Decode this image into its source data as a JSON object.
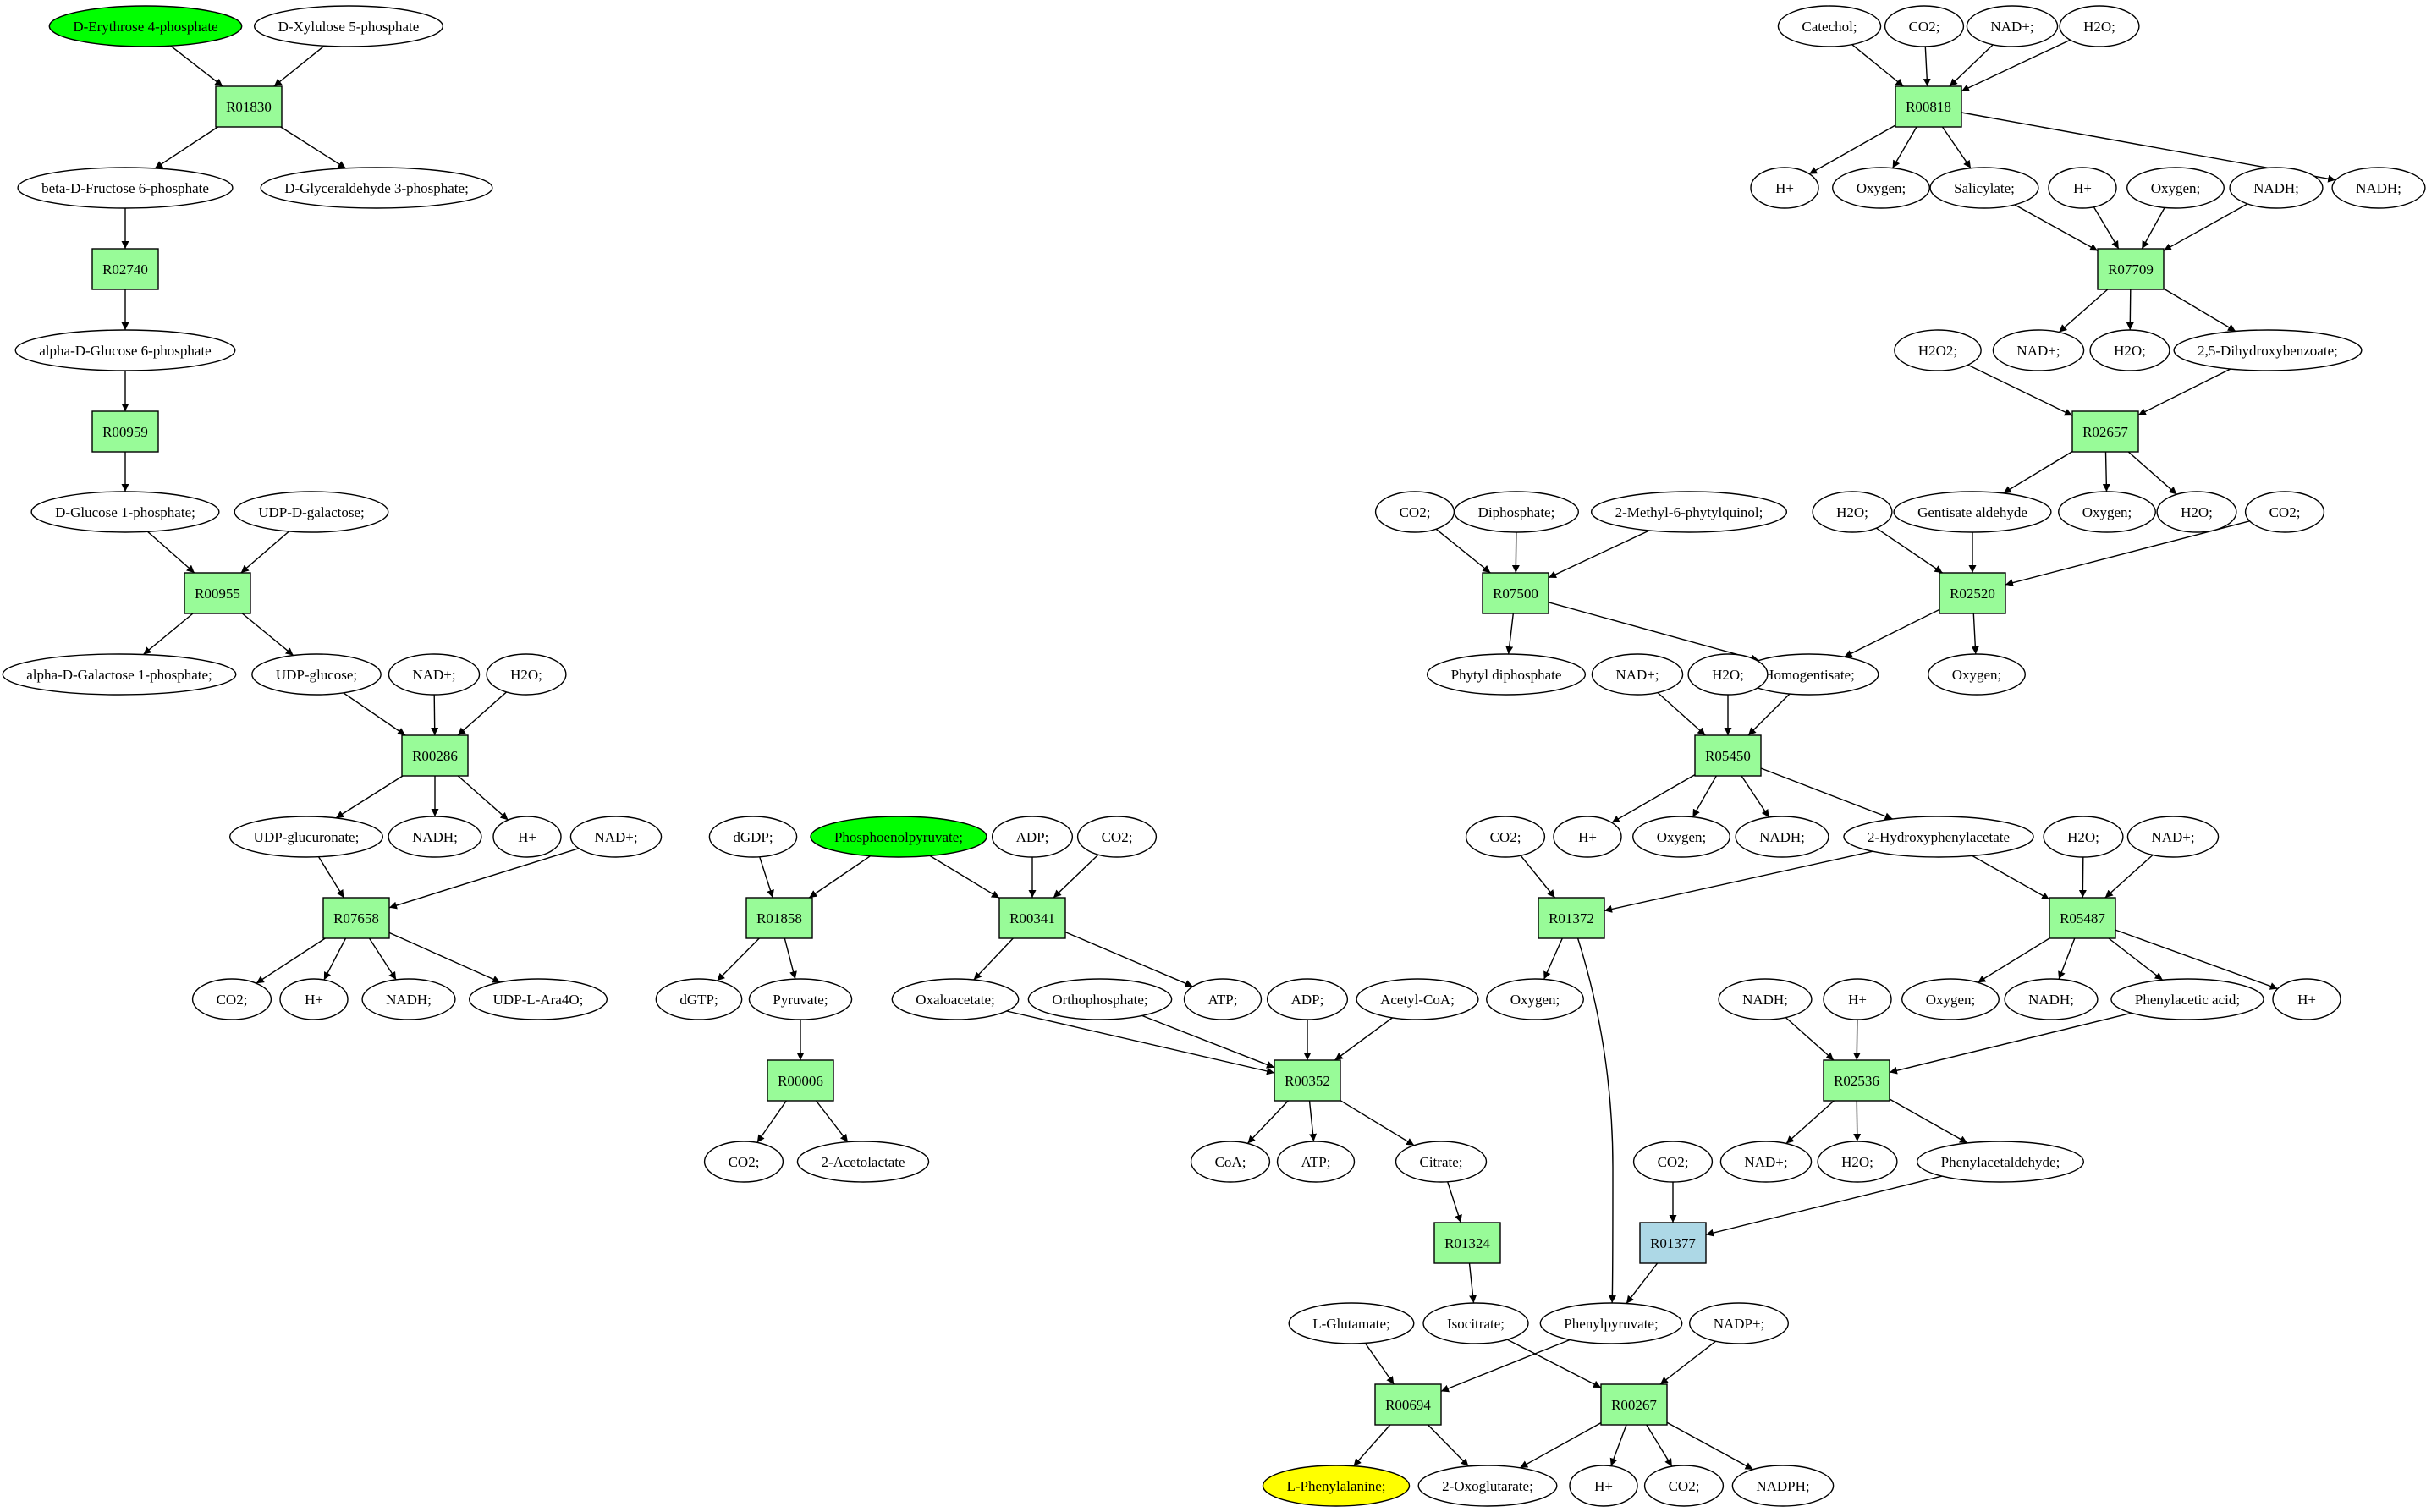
{
  "colors": {
    "reaction": "#98fb98",
    "reaction_alt": "#add8e6",
    "source": "#00ff00",
    "target": "#ffff00",
    "compound": "#ffffff",
    "stroke": "#000000"
  },
  "nodes": [
    {
      "id": "c_e4p",
      "kind": "compound",
      "style": "source",
      "label": "D-Erythrose 4-phosphate"
    },
    {
      "id": "c_x5p",
      "kind": "compound",
      "label": "D-Xylulose 5-phosphate"
    },
    {
      "id": "r01830",
      "kind": "reaction",
      "label": "R01830"
    },
    {
      "id": "c_bdf6p",
      "kind": "compound",
      "label": "beta-D-Fructose 6-phosphate"
    },
    {
      "id": "c_dg3p",
      "kind": "compound",
      "label": "D-Glyceraldehyde 3-phosphate;"
    },
    {
      "id": "r02740",
      "kind": "reaction",
      "label": "R02740"
    },
    {
      "id": "c_adg6p",
      "kind": "compound",
      "label": "alpha-D-Glucose 6-phosphate"
    },
    {
      "id": "r00959",
      "kind": "reaction",
      "label": "R00959"
    },
    {
      "id": "c_dg1p",
      "kind": "compound",
      "label": "D-Glucose 1-phosphate;"
    },
    {
      "id": "c_udpgal",
      "kind": "compound",
      "label": "UDP-D-galactose;"
    },
    {
      "id": "r00955",
      "kind": "reaction",
      "label": "R00955"
    },
    {
      "id": "c_adgal1p",
      "kind": "compound",
      "label": "alpha-D-Galactose 1-phosphate;"
    },
    {
      "id": "c_udpglc",
      "kind": "compound",
      "label": "UDP-glucose;"
    },
    {
      "id": "c_nadp_a",
      "kind": "compound",
      "label": "NAD+;"
    },
    {
      "id": "c_h2o_a",
      "kind": "compound",
      "label": "H2O;"
    },
    {
      "id": "r00286",
      "kind": "reaction",
      "label": "R00286"
    },
    {
      "id": "c_udpgluc",
      "kind": "compound",
      "label": "UDP-glucuronate;"
    },
    {
      "id": "c_nadh_a",
      "kind": "compound",
      "label": "NADH;"
    },
    {
      "id": "c_h_a",
      "kind": "compound",
      "label": "H+"
    },
    {
      "id": "c_nadp_b",
      "kind": "compound",
      "label": "NAD+;"
    },
    {
      "id": "r07658",
      "kind": "reaction",
      "label": "R07658"
    },
    {
      "id": "c_co2_a",
      "kind": "compound",
      "label": "CO2;"
    },
    {
      "id": "c_h_b",
      "kind": "compound",
      "label": "H+"
    },
    {
      "id": "c_nadh_b",
      "kind": "compound",
      "label": "NADH;"
    },
    {
      "id": "c_udpara",
      "kind": "compound",
      "label": "UDP-L-Ara4O;"
    },
    {
      "id": "c_dgdp",
      "kind": "compound",
      "label": "dGDP;"
    },
    {
      "id": "c_pep",
      "kind": "compound",
      "style": "source",
      "label": "Phosphoenolpyruvate;"
    },
    {
      "id": "c_adp_a",
      "kind": "compound",
      "label": "ADP;"
    },
    {
      "id": "c_co2_b",
      "kind": "compound",
      "label": "CO2;"
    },
    {
      "id": "r01858",
      "kind": "reaction",
      "label": "R01858"
    },
    {
      "id": "r00341",
      "kind": "reaction",
      "label": "R00341"
    },
    {
      "id": "c_dgtp",
      "kind": "compound",
      "label": "dGTP;"
    },
    {
      "id": "c_pyr",
      "kind": "compound",
      "label": "Pyruvate;"
    },
    {
      "id": "c_oaa",
      "kind": "compound",
      "label": "Oxaloacetate;"
    },
    {
      "id": "c_orthop",
      "kind": "compound",
      "label": "Orthophosphate;"
    },
    {
      "id": "c_atp_a",
      "kind": "compound",
      "label": "ATP;"
    },
    {
      "id": "c_adp_b",
      "kind": "compound",
      "label": "ADP;"
    },
    {
      "id": "c_acoa",
      "kind": "compound",
      "label": "Acetyl-CoA;"
    },
    {
      "id": "r00006",
      "kind": "reaction",
      "label": "R00006"
    },
    {
      "id": "r00352",
      "kind": "reaction",
      "label": "R00352"
    },
    {
      "id": "c_co2_c",
      "kind": "compound",
      "label": "CO2;"
    },
    {
      "id": "c_2al",
      "kind": "compound",
      "label": "2-Acetolactate"
    },
    {
      "id": "c_coa",
      "kind": "compound",
      "label": "CoA;"
    },
    {
      "id": "c_atp_b",
      "kind": "compound",
      "label": "ATP;"
    },
    {
      "id": "c_cit",
      "kind": "compound",
      "label": "Citrate;"
    },
    {
      "id": "r01324",
      "kind": "reaction",
      "label": "R01324"
    },
    {
      "id": "c_icit",
      "kind": "compound",
      "label": "Isocitrate;"
    },
    {
      "id": "c_lglu",
      "kind": "compound",
      "label": "L-Glutamate;"
    },
    {
      "id": "c_ppyr",
      "kind": "compound",
      "label": "Phenylpyruvate;"
    },
    {
      "id": "c_nadpp",
      "kind": "compound",
      "label": "NADP+;"
    },
    {
      "id": "r00694",
      "kind": "reaction",
      "label": "R00694"
    },
    {
      "id": "r00267",
      "kind": "reaction",
      "label": "R00267"
    },
    {
      "id": "c_lphe",
      "kind": "compound",
      "style": "target",
      "label": "L-Phenylalanine;"
    },
    {
      "id": "c_2og",
      "kind": "compound",
      "label": "2-Oxoglutarate;"
    },
    {
      "id": "c_h_c",
      "kind": "compound",
      "label": "H+"
    },
    {
      "id": "c_co2_d",
      "kind": "compound",
      "label": "CO2;"
    },
    {
      "id": "c_nadph",
      "kind": "compound",
      "label": "NADPH;"
    },
    {
      "id": "c_catechol",
      "kind": "compound",
      "label": "Catechol;"
    },
    {
      "id": "c_co2_e",
      "kind": "compound",
      "label": "CO2;"
    },
    {
      "id": "c_nadp_c",
      "kind": "compound",
      "label": "NAD+;"
    },
    {
      "id": "c_h2o_b",
      "kind": "compound",
      "label": "H2O;"
    },
    {
      "id": "r00818",
      "kind": "reaction",
      "label": "R00818"
    },
    {
      "id": "c_h_d",
      "kind": "compound",
      "label": "H+"
    },
    {
      "id": "c_oxy_a",
      "kind": "compound",
      "label": "Oxygen;"
    },
    {
      "id": "c_sal",
      "kind": "compound",
      "label": "Salicylate;"
    },
    {
      "id": "c_h_e",
      "kind": "compound",
      "label": "H+"
    },
    {
      "id": "c_oxy_b",
      "kind": "compound",
      "label": "Oxygen;"
    },
    {
      "id": "c_nadh_c",
      "kind": "compound",
      "label": "NADH;"
    },
    {
      "id": "c_nadh_d",
      "kind": "compound",
      "label": "NADH;"
    },
    {
      "id": "r07709",
      "kind": "reaction",
      "label": "R07709"
    },
    {
      "id": "c_h2o2",
      "kind": "compound",
      "label": "H2O2;"
    },
    {
      "id": "c_nadp_d",
      "kind": "compound",
      "label": "NAD+;"
    },
    {
      "id": "c_h2o_c",
      "kind": "compound",
      "label": "H2O;"
    },
    {
      "id": "c_25dhb",
      "kind": "compound",
      "label": "2,5-Dihydroxybenzoate;"
    },
    {
      "id": "r02657",
      "kind": "reaction",
      "label": "R02657"
    },
    {
      "id": "c_co2_f",
      "kind": "compound",
      "label": "CO2;"
    },
    {
      "id": "c_diphos",
      "kind": "compound",
      "label": "Diphosphate;"
    },
    {
      "id": "c_2m6p",
      "kind": "compound",
      "label": "2-Methyl-6-phytylquinol;"
    },
    {
      "id": "c_h2o_d",
      "kind": "compound",
      "label": "H2O;"
    },
    {
      "id": "c_gald",
      "kind": "compound",
      "label": "Gentisate aldehyde"
    },
    {
      "id": "c_oxy_c",
      "kind": "compound",
      "label": "Oxygen;"
    },
    {
      "id": "c_h2o_e",
      "kind": "compound",
      "label": "H2O;"
    },
    {
      "id": "c_co2_g",
      "kind": "compound",
      "label": "CO2;"
    },
    {
      "id": "r07500",
      "kind": "reaction",
      "label": "R07500"
    },
    {
      "id": "r02520",
      "kind": "reaction",
      "label": "R02520"
    },
    {
      "id": "c_phytdp",
      "kind": "compound",
      "label": "Phytyl diphosphate"
    },
    {
      "id": "c_hgen",
      "kind": "compound",
      "label": "Homogentisate;"
    },
    {
      "id": "c_oxy_d",
      "kind": "compound",
      "label": "Oxygen;"
    },
    {
      "id": "c_nadp_e",
      "kind": "compound",
      "label": "NAD+;"
    },
    {
      "id": "c_h2o_f",
      "kind": "compound",
      "label": "H2O;"
    },
    {
      "id": "r05450",
      "kind": "reaction",
      "label": "R05450"
    },
    {
      "id": "c_co2_h",
      "kind": "compound",
      "label": "CO2;"
    },
    {
      "id": "c_h_f",
      "kind": "compound",
      "label": "H+"
    },
    {
      "id": "c_oxy_e",
      "kind": "compound",
      "label": "Oxygen;"
    },
    {
      "id": "c_nadh_e",
      "kind": "compound",
      "label": "NADH;"
    },
    {
      "id": "c_2hpa",
      "kind": "compound",
      "label": "2-Hydroxyphenylacetate"
    },
    {
      "id": "c_h2o_g",
      "kind": "compound",
      "label": "H2O;"
    },
    {
      "id": "c_nadp_f",
      "kind": "compound",
      "label": "NAD+;"
    },
    {
      "id": "r01372",
      "kind": "reaction",
      "label": "R01372"
    },
    {
      "id": "r05487",
      "kind": "reaction",
      "label": "R05487"
    },
    {
      "id": "c_oxy_f",
      "kind": "compound",
      "label": "Oxygen;"
    },
    {
      "id": "c_oxy_g",
      "kind": "compound",
      "label": "Oxygen;"
    },
    {
      "id": "c_nadh_f",
      "kind": "compound",
      "label": "NADH;"
    },
    {
      "id": "c_pacid",
      "kind": "compound",
      "label": "Phenylacetic acid;"
    },
    {
      "id": "c_h_g",
      "kind": "compound",
      "label": "H+"
    },
    {
      "id": "c_nadh_g",
      "kind": "compound",
      "label": "NADH;"
    },
    {
      "id": "c_h_h",
      "kind": "compound",
      "label": "H+"
    },
    {
      "id": "r02536",
      "kind": "reaction",
      "label": "R02536"
    },
    {
      "id": "c_nadp_g",
      "kind": "compound",
      "label": "NAD+;"
    },
    {
      "id": "c_h2o_h",
      "kind": "compound",
      "label": "H2O;"
    },
    {
      "id": "c_pacald",
      "kind": "compound",
      "label": "Phenylacetaldehyde;"
    },
    {
      "id": "c_co2_i",
      "kind": "compound",
      "label": "CO2;"
    },
    {
      "id": "r01377",
      "kind": "reaction",
      "style": "alt",
      "label": "R01377"
    }
  ],
  "edges": [
    [
      "c_e4p",
      "r01830"
    ],
    [
      "c_x5p",
      "r01830"
    ],
    [
      "r01830",
      "c_bdf6p"
    ],
    [
      "r01830",
      "c_dg3p"
    ],
    [
      "c_bdf6p",
      "r02740"
    ],
    [
      "r02740",
      "c_adg6p"
    ],
    [
      "c_adg6p",
      "r00959"
    ],
    [
      "r00959",
      "c_dg1p"
    ],
    [
      "c_dg1p",
      "r00955"
    ],
    [
      "c_udpgal",
      "r00955"
    ],
    [
      "r00955",
      "c_adgal1p"
    ],
    [
      "r00955",
      "c_udpglc"
    ],
    [
      "c_udpglc",
      "r00286"
    ],
    [
      "c_nadp_a",
      "r00286"
    ],
    [
      "c_h2o_a",
      "r00286"
    ],
    [
      "r00286",
      "c_udpgluc"
    ],
    [
      "r00286",
      "c_nadh_a"
    ],
    [
      "r00286",
      "c_h_a"
    ],
    [
      "c_udpgluc",
      "r07658"
    ],
    [
      "c_nadp_b",
      "r07658"
    ],
    [
      "r07658",
      "c_co2_a"
    ],
    [
      "r07658",
      "c_h_b"
    ],
    [
      "r07658",
      "c_nadh_b"
    ],
    [
      "r07658",
      "c_udpara"
    ],
    [
      "c_dgdp",
      "r01858"
    ],
    [
      "c_pep",
      "r01858"
    ],
    [
      "r01858",
      "c_dgtp"
    ],
    [
      "r01858",
      "c_pyr"
    ],
    [
      "c_pep",
      "r00341"
    ],
    [
      "c_adp_a",
      "r00341"
    ],
    [
      "c_co2_b",
      "r00341"
    ],
    [
      "r00341",
      "c_oaa"
    ],
    [
      "r00341",
      "c_atp_a"
    ],
    [
      "c_pyr",
      "r00006"
    ],
    [
      "r00006",
      "c_co2_c"
    ],
    [
      "r00006",
      "c_2al"
    ],
    [
      "c_oaa",
      "r00352"
    ],
    [
      "c_orthop",
      "r00352"
    ],
    [
      "c_adp_b",
      "r00352"
    ],
    [
      "c_acoa",
      "r00352"
    ],
    [
      "r00352",
      "c_coa"
    ],
    [
      "r00352",
      "c_atp_b"
    ],
    [
      "r00352",
      "c_cit"
    ],
    [
      "c_cit",
      "r01324"
    ],
    [
      "r01324",
      "c_icit"
    ],
    [
      "c_icit",
      "r00267"
    ],
    [
      "c_nadpp",
      "r00267"
    ],
    [
      "r00267",
      "c_2og"
    ],
    [
      "r00267",
      "c_h_c"
    ],
    [
      "r00267",
      "c_co2_d"
    ],
    [
      "r00267",
      "c_nadph"
    ],
    [
      "c_lglu",
      "r00694"
    ],
    [
      "c_ppyr",
      "r00694"
    ],
    [
      "r00694",
      "c_lphe"
    ],
    [
      "r00694",
      "c_2og"
    ],
    [
      "c_catechol",
      "r00818"
    ],
    [
      "c_co2_e",
      "r00818"
    ],
    [
      "c_nadp_c",
      "r00818"
    ],
    [
      "c_h2o_b",
      "r00818"
    ],
    [
      "r00818",
      "c_h_d"
    ],
    [
      "r00818",
      "c_oxy_a"
    ],
    [
      "r00818",
      "c_sal"
    ],
    [
      "r00818",
      "c_nadh_d"
    ],
    [
      "c_sal",
      "r07709"
    ],
    [
      "c_h_e",
      "r07709"
    ],
    [
      "c_oxy_b",
      "r07709"
    ],
    [
      "c_nadh_c",
      "r07709"
    ],
    [
      "r07709",
      "c_nadp_d"
    ],
    [
      "r07709",
      "c_h2o_c"
    ],
    [
      "r07709",
      "c_25dhb"
    ],
    [
      "c_h2o2",
      "r02657"
    ],
    [
      "c_25dhb",
      "r02657"
    ],
    [
      "r02657",
      "c_gald"
    ],
    [
      "r02657",
      "c_oxy_c"
    ],
    [
      "r02657",
      "c_h2o_e"
    ],
    [
      "c_co2_f",
      "r07500"
    ],
    [
      "c_diphos",
      "r07500"
    ],
    [
      "c_2m6p",
      "r07500"
    ],
    [
      "r07500",
      "c_phytdp"
    ],
    [
      "r07500",
      "c_hgen"
    ],
    [
      "c_h2o_d",
      "r02520"
    ],
    [
      "c_gald",
      "r02520"
    ],
    [
      "c_co2_g",
      "r02520"
    ],
    [
      "r02520",
      "c_hgen"
    ],
    [
      "r02520",
      "c_oxy_d"
    ],
    [
      "c_nadp_e",
      "r05450"
    ],
    [
      "c_h2o_f",
      "r05450"
    ],
    [
      "c_hgen",
      "r05450"
    ],
    [
      "r05450",
      "c_h_f"
    ],
    [
      "r05450",
      "c_oxy_e"
    ],
    [
      "r05450",
      "c_nadh_e"
    ],
    [
      "r05450",
      "c_2hpa"
    ],
    [
      "c_co2_h",
      "r01372"
    ],
    [
      "c_2hpa",
      "r01372"
    ],
    [
      "r01372",
      "c_oxy_f"
    ],
    [
      "r01372",
      "c_ppyr"
    ],
    [
      "c_2hpa",
      "r05487"
    ],
    [
      "c_h2o_g",
      "r05487"
    ],
    [
      "c_nadp_f",
      "r05487"
    ],
    [
      "r05487",
      "c_oxy_g"
    ],
    [
      "r05487",
      "c_nadh_f"
    ],
    [
      "r05487",
      "c_pacid"
    ],
    [
      "r05487",
      "c_h_g"
    ],
    [
      "c_nadh_g",
      "r02536"
    ],
    [
      "c_h_h",
      "r02536"
    ],
    [
      "c_pacid",
      "r02536"
    ],
    [
      "r02536",
      "c_nadp_g"
    ],
    [
      "r02536",
      "c_h2o_h"
    ],
    [
      "r02536",
      "c_pacald"
    ],
    [
      "c_co2_i",
      "r01377"
    ],
    [
      "c_pacald",
      "r01377"
    ],
    [
      "r01377",
      "c_ppyr"
    ]
  ]
}
